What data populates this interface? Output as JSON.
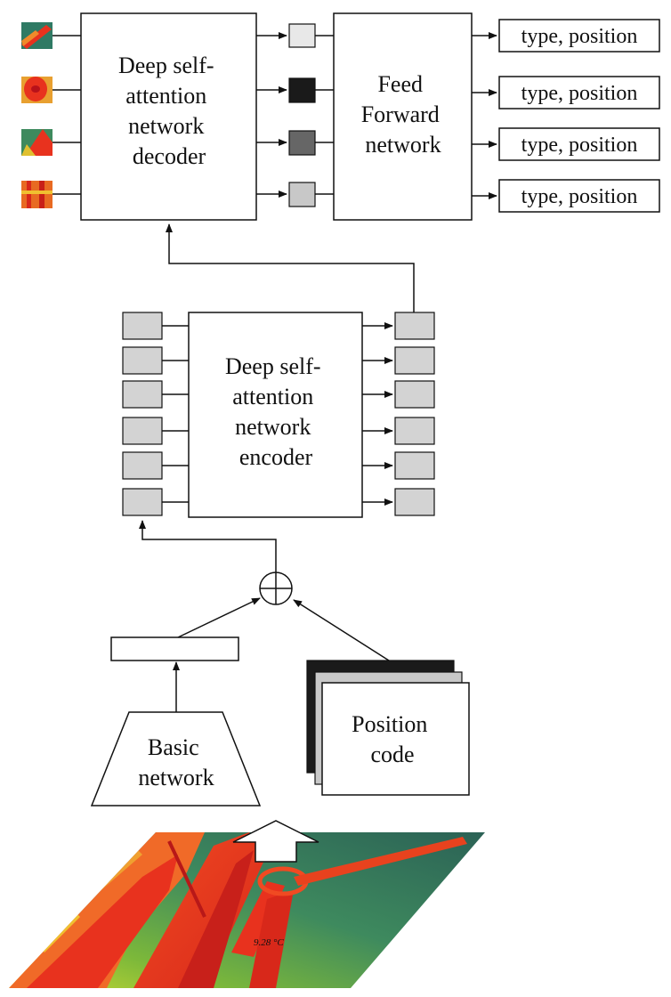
{
  "decoder": {
    "label_lines": [
      "Deep self-",
      "attention",
      "network",
      "decoder"
    ]
  },
  "ffn": {
    "label_lines": [
      "Feed",
      "Forward",
      "network"
    ]
  },
  "outputs": [
    {
      "label": "type, position"
    },
    {
      "label": "type, position"
    },
    {
      "label": "type, position"
    },
    {
      "label": "type, position"
    }
  ],
  "query_tokens": [
    {
      "color": "#e8e8e8"
    },
    {
      "color": "#1a1a1a"
    },
    {
      "color": "#666666"
    },
    {
      "color": "#c8c8c8"
    }
  ],
  "encoder": {
    "label_lines": [
      "Deep self-",
      "attention",
      "network",
      "encoder"
    ]
  },
  "basic_network": {
    "label_lines": [
      "Basic",
      "network"
    ]
  },
  "position_code": {
    "label_lines": [
      "Position",
      "code"
    ]
  },
  "overlay_text": {
    "temperature": "9.28 °C"
  },
  "colors": {
    "token_gray": "#d3d3d3",
    "stroke": "#111111",
    "thermal_bg": "#2e6b55",
    "thermal_hot": "#e8321e",
    "thermal_warm": "#f08a2a",
    "thermal_yellow": "#e0e030"
  }
}
